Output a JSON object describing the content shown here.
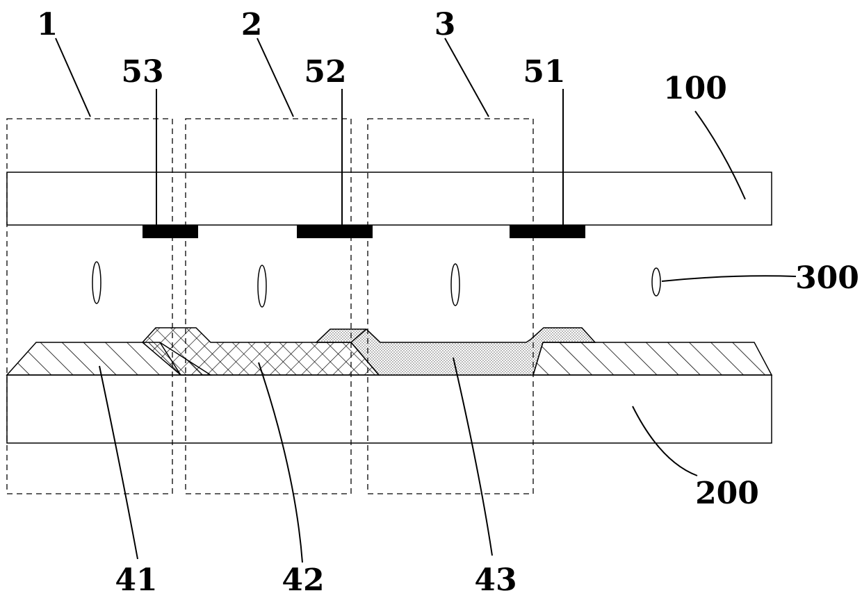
{
  "labels": {
    "region_1": "1",
    "region_2": "2",
    "region_3": "3",
    "electrode_53": "53",
    "electrode_52": "52",
    "electrode_51": "51",
    "upper_substrate": "100",
    "liquid_crystal": "300",
    "lower_substrate": "200",
    "layer_41": "41",
    "layer_42": "42",
    "layer_43": "43"
  },
  "colors": {
    "line": "#000000",
    "electrode_fill": "#000000",
    "dots_fill": "#9a9a9a",
    "background": "#ffffff"
  }
}
